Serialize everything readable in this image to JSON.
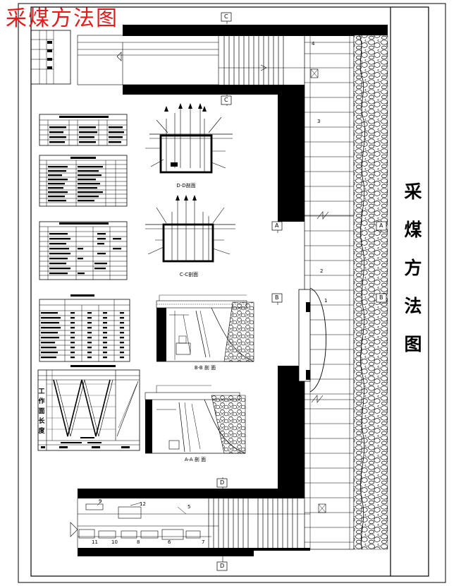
{
  "watermark": "采煤方法图",
  "main_title": [
    "采",
    "煤",
    "方",
    "法",
    "图"
  ],
  "section_markers": {
    "c_top": "C",
    "c_second": "C",
    "a_left": "A",
    "a_right": "A",
    "b_left": "B",
    "b_right": "B",
    "d_top": "D",
    "d_bottom": "D"
  },
  "view_titles": {
    "dd": "D-D剖面",
    "cc": "C-C剖面",
    "bb": "B-B 剖 面",
    "aa": "A-A 剖 面"
  },
  "numbers": {
    "n4": "4",
    "n3": "3",
    "n2": "2",
    "n1": "1",
    "n5": "5",
    "n12": "12",
    "n9": "9",
    "n11": "11",
    "n10": "10",
    "n8": "8",
    "n6": "6",
    "n7": "7"
  },
  "axis_text": [
    "工",
    "作",
    "面",
    "长",
    "度"
  ],
  "colors": {
    "ink": "#000000",
    "red": "#e31b1b"
  }
}
